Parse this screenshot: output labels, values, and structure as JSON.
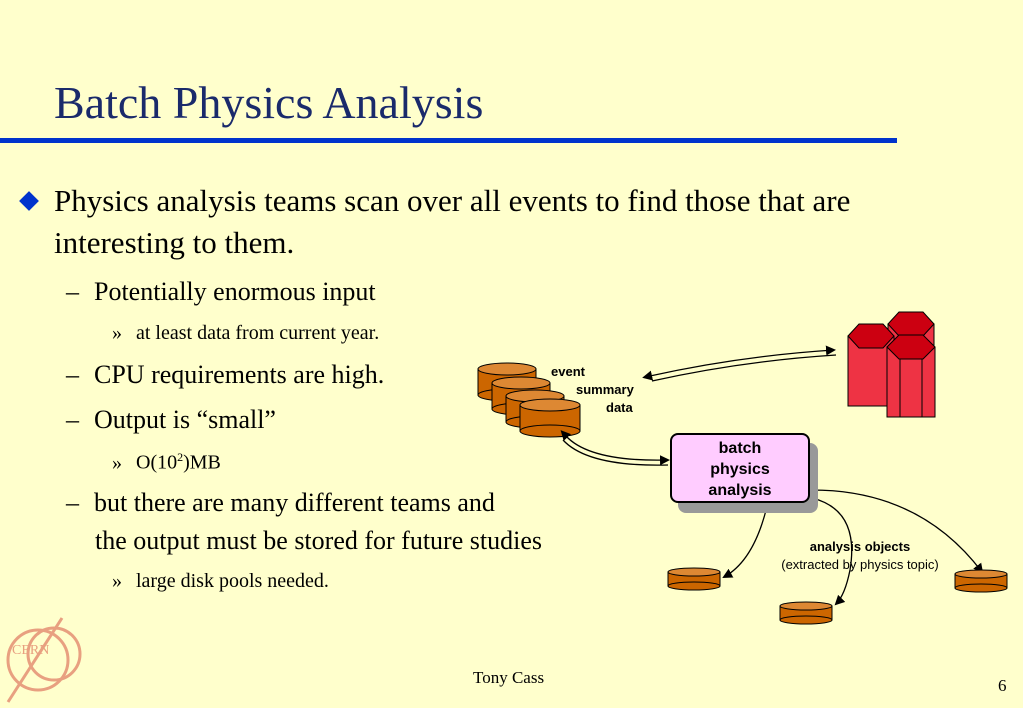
{
  "slide": {
    "title": "Batch Physics Analysis",
    "bullet": "Physics analysis teams scan over all events to find those that are interesting to them.",
    "sub1": "Potentially enormous input",
    "sub1_detail": "at least data from current year.",
    "sub2": "CPU requirements are high.",
    "sub3": "Output is “small”",
    "sub3_detail_base": "O(10",
    "sub3_detail_exp": "2",
    "sub3_detail_tail": ")MB",
    "sub4_line1": "but there are many different teams and",
    "sub4_line2": "the output must be stored for future studies",
    "sub4_detail": "large disk pools needed.",
    "dash": "–",
    "raquo": "»"
  },
  "diagram": {
    "event_label_1": "event",
    "event_label_2": "summary",
    "event_label_3": "data",
    "batch_line1": "batch",
    "batch_line2": "physics",
    "batch_line3": "analysis",
    "ao_title": "analysis objects",
    "ao_subtitle": "(extracted by physics topic)",
    "colors": {
      "disk": "#cc6600",
      "tape": "#ee3344",
      "box": "#ffccff",
      "accent": "#0033cc"
    }
  },
  "footer": {
    "author": "Tony Cass",
    "page": "6",
    "logo_text": "CERN"
  }
}
